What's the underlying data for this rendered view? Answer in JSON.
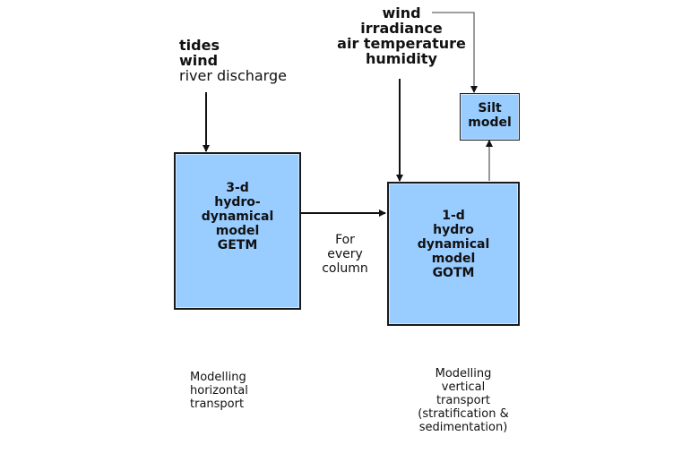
{
  "left_inputs": {
    "bold": [
      "tides",
      "wind"
    ],
    "normal": [
      "river discharge"
    ]
  },
  "right_inputs": [
    "wind",
    "irradiance",
    "air temperature",
    "humidity"
  ],
  "boxes": {
    "getm": {
      "lines": [
        "3-d",
        "hydro-",
        "dynamical",
        "model",
        "GETM"
      ]
    },
    "gotm": {
      "lines": [
        "1-d",
        "hydro",
        "dynamical",
        "model",
        "GOTM"
      ]
    },
    "silt": {
      "lines": [
        "Silt",
        "model"
      ]
    }
  },
  "connector_label": [
    "For",
    "every",
    "column"
  ],
  "captions": {
    "left": [
      "Modelling",
      "horizontal",
      "transport"
    ],
    "right": [
      "Modelling",
      "vertical",
      "transport",
      "(stratification &",
      "sedimentation)"
    ]
  },
  "colors": {
    "box_fill": "#99ccff",
    "box_border": "#1a1a1a",
    "primary_arrow": "#111111",
    "secondary_arrow": "#888888"
  }
}
